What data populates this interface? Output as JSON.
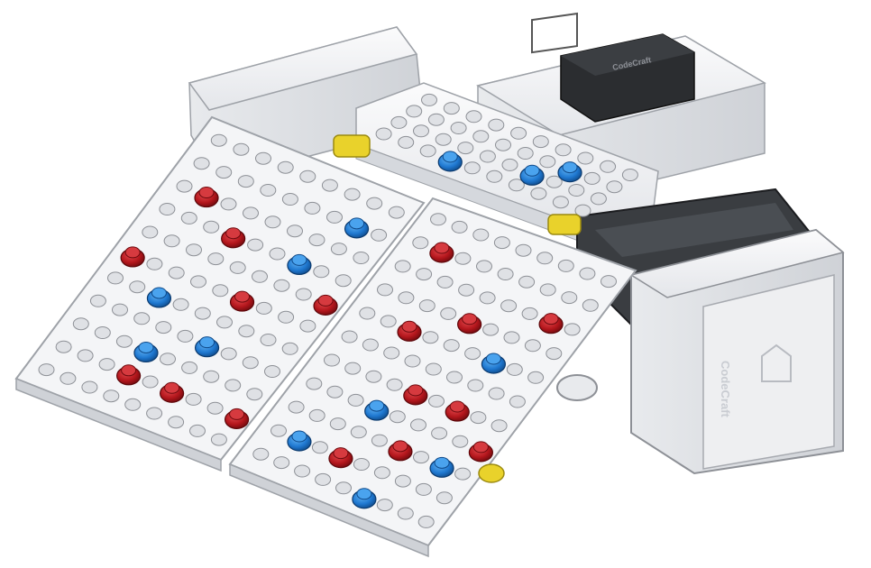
{
  "scene": {
    "subject": "building-block robot with two perforated panels",
    "palette": {
      "background": "#ffffff",
      "plate": "#f4f5f7",
      "plate_edge": "#c4c7cd",
      "hole": "#d9dce1",
      "hole_dark": "#6f7479",
      "peg_red": "#b3161c",
      "peg_red_light": "#e0474b",
      "peg_blue": "#1f78d0",
      "peg_blue_light": "#5fb0f2",
      "connector_yellow": "#e9d22b",
      "module_dark": "#2b2d30",
      "wheel_dark": "#3a3d41"
    },
    "labels": {
      "controller_logo": "CodeCraft",
      "battery_logo": "CodeCraft"
    }
  }
}
